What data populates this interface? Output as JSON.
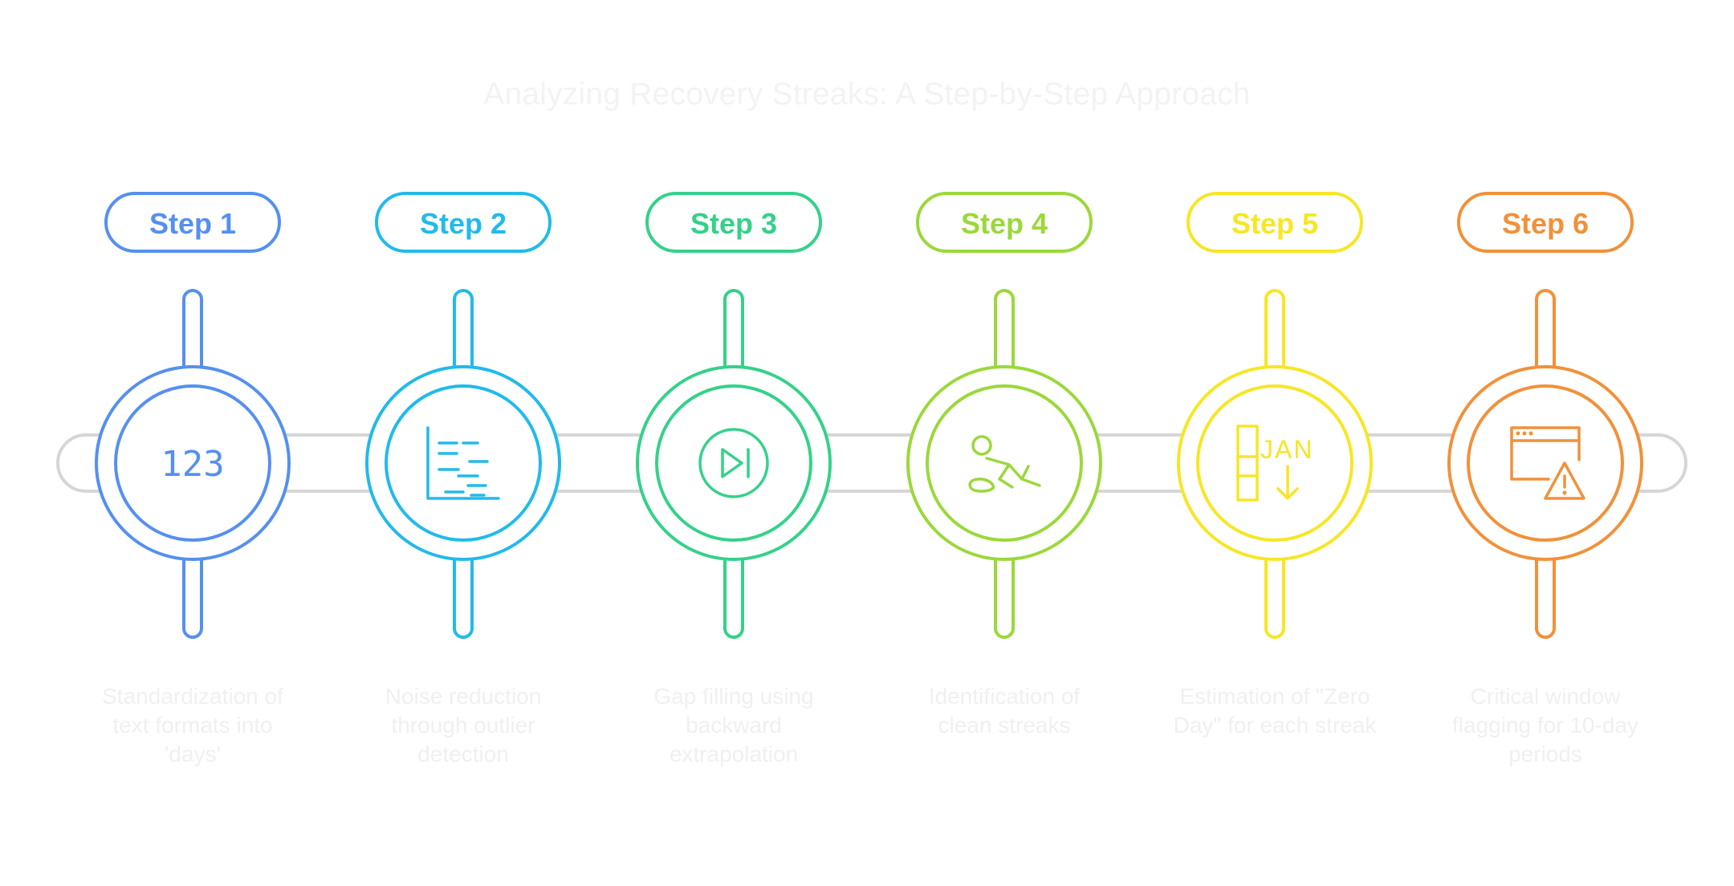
{
  "title": "Analyzing Recovery Streaks: A Step-by-Step Approach",
  "steps": [
    {
      "label": "Step 1",
      "description": "Standardization of\ntext formats into\n'days'",
      "color": "#5590ef",
      "icon": "number-123-icon",
      "icon_text": "123"
    },
    {
      "label": "Step 2",
      "description": "Noise reduction\nthrough outlier\ndetection",
      "color": "#22baea",
      "icon": "scatter-chart-icon"
    },
    {
      "label": "Step 3",
      "description": "Gap filling using\nbackward\nextrapolation",
      "color": "#35d18a",
      "icon": "skip-forward-icon"
    },
    {
      "label": "Step 4",
      "description": "Identification of\nclean streaks",
      "color": "#9bd83b",
      "icon": "crawling-person-icon"
    },
    {
      "label": "Step 5",
      "description": "Estimation of \"Zero\nDay\" for each streak",
      "color": "#f7e625",
      "icon": "calendar-sort-icon",
      "icon_text": "JAN"
    },
    {
      "label": "Step 6",
      "description": "Critical window\nflagging for 10-day\nperiods",
      "color": "#f1913a",
      "icon": "window-warning-icon"
    }
  ]
}
